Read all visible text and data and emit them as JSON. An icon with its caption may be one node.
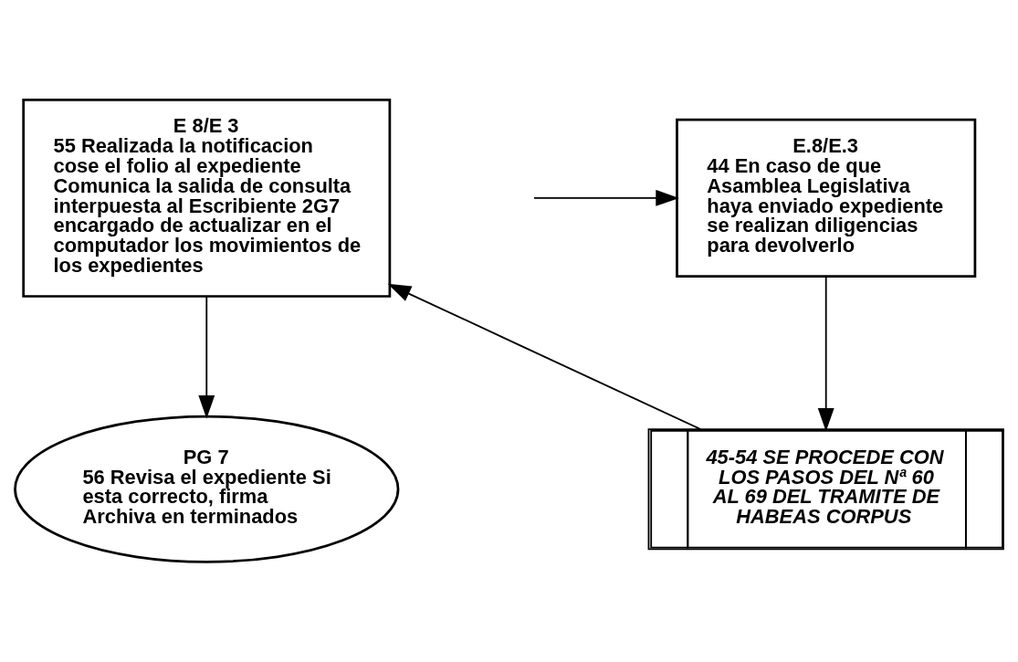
{
  "diagram": {
    "nodes": [
      {
        "text": [
          "E.8/E.3",
          "44 En caso de que Asamblea Legislativa haya enviado expediente se realizan diligencias para devolverlo"
        ]
      },
      {
        "text": [
          "45-54 SE PROCEDE CON LOS PASOS DEL Nª 60 AL 69 DEL TRAMITE DE HABEAS CORPUS"
        ]
      },
      {
        "text": [
          "E 8/E 3",
          "55 Realizada la notificacion cose el folio al expediente Comunica la salida de consulta interpuesta al Escribiente 2G7 encargado de actualizar en el computador los movimientos de los expedientes"
        ]
      },
      {
        "text": [
          "PG 7",
          "56 Revisa el expediente Si esta correcto, firma Archiva en terminados"
        ]
      }
    ],
    "edges": [
      {
        "from": null,
        "to": 0,
        "arrow": "to"
      },
      {
        "from": 0,
        "to": 1,
        "arrow": "to"
      },
      {
        "from": 1,
        "to": 2,
        "arrow": "to"
      },
      {
        "from": 2,
        "to": 3,
        "arrow": "to"
      }
    ]
  }
}
